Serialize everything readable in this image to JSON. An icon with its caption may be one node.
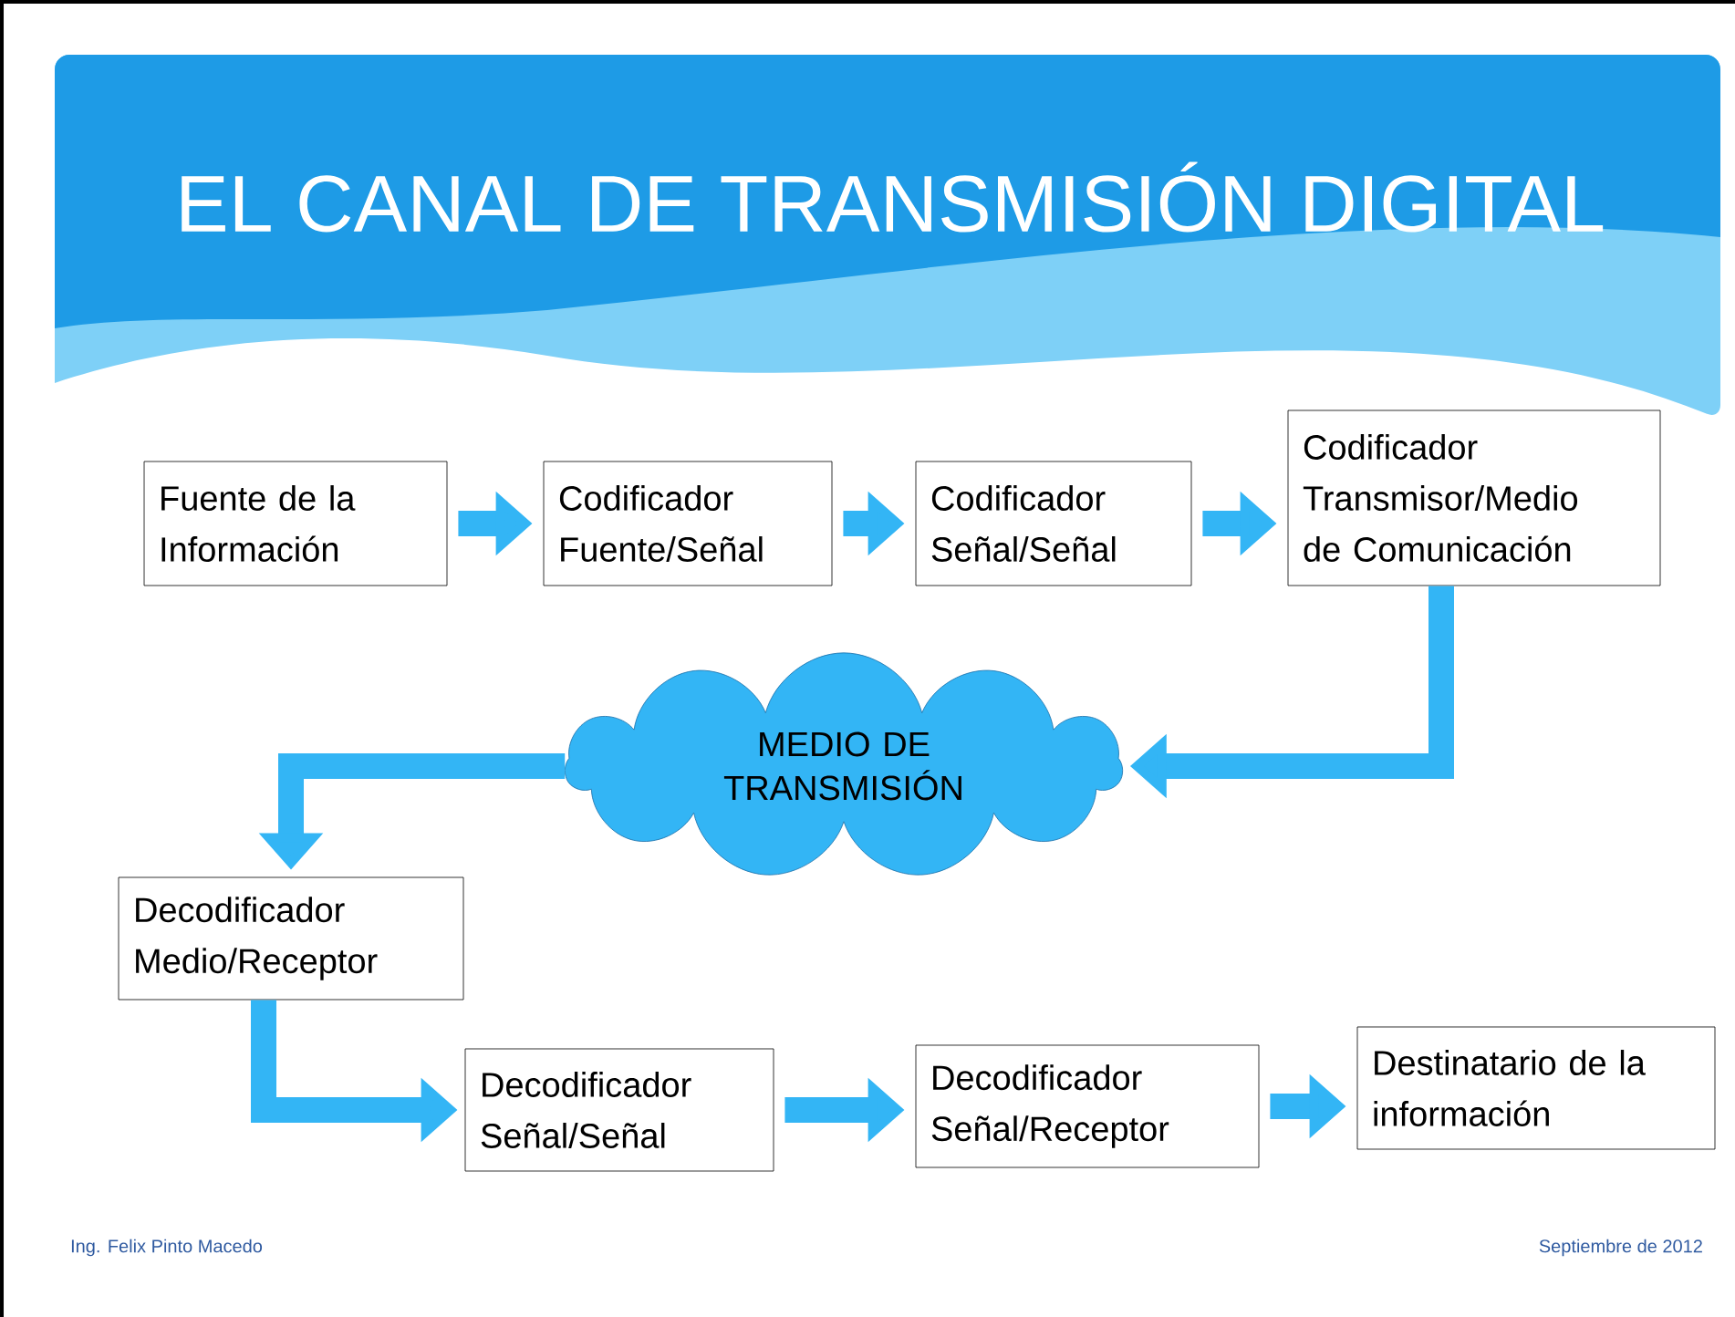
{
  "diagram": {
    "title": "EL CANAL DE TRANSMISIÓN DIGITAL",
    "nodes": [
      {
        "text": [
          "Fuente de la Información"
        ]
      },
      {
        "text": [
          "Codificador Fuente/Señal"
        ]
      },
      {
        "text": [
          "Codificador Señal/Señal"
        ]
      },
      {
        "text": [
          "Codificador Transmisor/Medio de Comunicación"
        ]
      },
      {
        "text": [
          "MEDIO DE TRANSMISIÓN"
        ]
      },
      {
        "text": [
          "Decodificador Medio/Receptor"
        ]
      },
      {
        "text": [
          "Decodificador Señal/Señal"
        ]
      },
      {
        "text": [
          "Decodificador Señal/Receptor"
        ]
      },
      {
        "text": [
          "Destinatario de la información"
        ]
      }
    ],
    "edges": [
      {
        "from": 0,
        "to": 1,
        "arrow": "to"
      },
      {
        "from": 1,
        "to": 2,
        "arrow": "to"
      },
      {
        "from": 2,
        "to": 3,
        "arrow": "to"
      },
      {
        "from": 3,
        "to": 4,
        "arrow": "to"
      },
      {
        "from": 4,
        "to": 5,
        "arrow": "to"
      },
      {
        "from": 5,
        "to": 6,
        "arrow": "to"
      },
      {
        "from": 6,
        "to": 7,
        "arrow": "to"
      },
      {
        "from": 7,
        "to": 8,
        "arrow": "to"
      }
    ],
    "labels": [
      "Ing. Felix Pinto Macedo",
      "Septiembre de 2012"
    ]
  }
}
